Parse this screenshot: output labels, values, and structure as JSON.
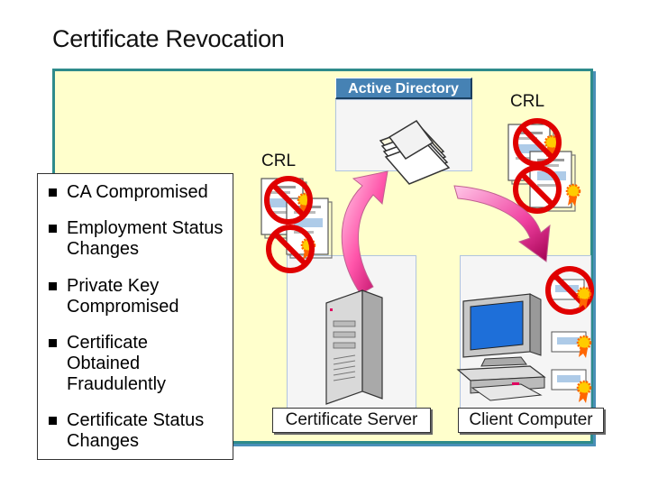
{
  "title": "Certificate Revocation",
  "active_directory_label": "Active Directory",
  "crl_labels": [
    "CRL",
    "CRL"
  ],
  "server_label": "Certificate Server",
  "client_label": "Client Computer",
  "reasons": [
    "CA Compromised",
    "Employment Status Changes",
    "Private Key Compromised",
    "Certificate Obtained Fraudulently",
    "Certificate Status Changes"
  ],
  "colors": {
    "background_area": "#ffffcc",
    "stage_border": "#2e8b8b",
    "ad_label": "#4682b4",
    "arrow_gradient_start": "#ff88cc",
    "arrow_gradient_end": "#aa0055",
    "prohibition": "#e00000",
    "ribbon": "#ff6600"
  },
  "icons": [
    "folder-stack-icon",
    "certificate-icon",
    "prohibition-icon",
    "server-tower-icon",
    "client-computer-icon",
    "curved-arrow-icon",
    "ribbon-seal-icon"
  ]
}
